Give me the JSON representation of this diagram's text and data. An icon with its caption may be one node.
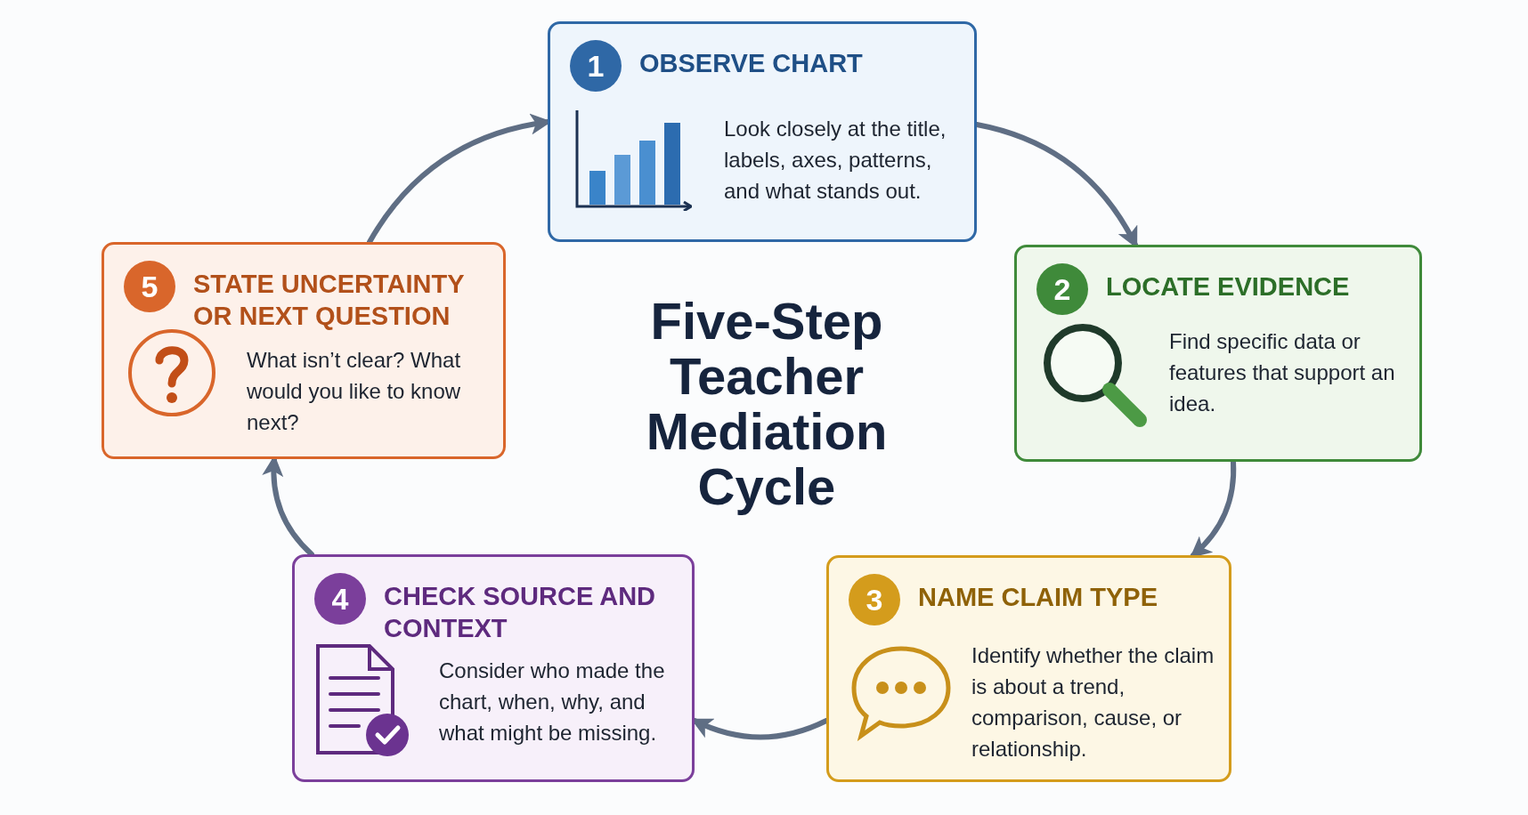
{
  "diagram": {
    "title": "Five-Step Teacher Mediation Cycle",
    "nodes": [
      {
        "text": [
          "1",
          "OBSERVE CHART",
          "Look closely at the title, labels, axes, patterns, and what stands out."
        ]
      },
      {
        "text": [
          "2",
          "LOCATE EVIDENCE",
          "Find specific data or features that support an idea."
        ]
      },
      {
        "text": [
          "3",
          "NAME CLAIM TYPE",
          "Identify whether the claim is about a trend, comparison, cause, or relationship."
        ]
      },
      {
        "text": [
          "4",
          "CHECK SOURCE AND CONTEXT",
          "Consider who made the chart, when, why, and what might be missing."
        ]
      },
      {
        "text": [
          "5",
          "STATE UNCERTAINTY OR NEXT QUESTION",
          "What isn’t clear? What would you like to know next?"
        ]
      }
    ],
    "edges": [
      {
        "from": 0,
        "to": 1,
        "arrow": "to"
      },
      {
        "from": 1,
        "to": 2,
        "arrow": "to"
      },
      {
        "from": 2,
        "to": 3,
        "arrow": "to"
      },
      {
        "from": 3,
        "to": 4,
        "arrow": "to"
      },
      {
        "from": 4,
        "to": 0,
        "arrow": "to"
      }
    ]
  }
}
